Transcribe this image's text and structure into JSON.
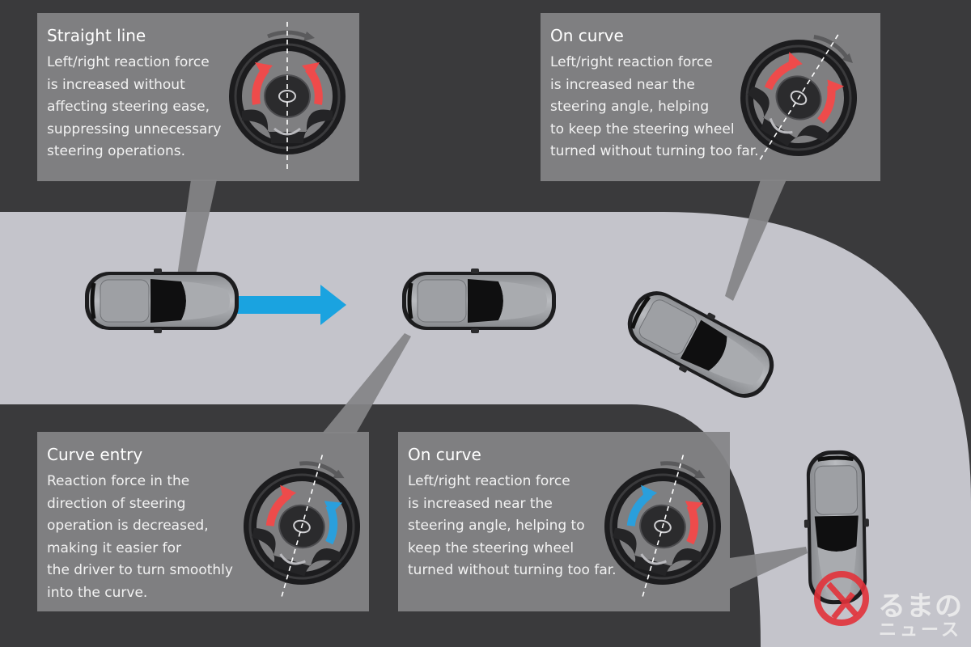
{
  "panels": {
    "straight": {
      "title": "Straight line",
      "body": "Left/right reaction force\nis increased without\naffecting steering ease,\nsuppressing unnecessary\nsteering operations."
    },
    "curve_top": {
      "title": "On curve",
      "body": "Left/right reaction force\nis increased near the\nsteering angle, helping\nto keep the steering wheel\nturned without turning too far."
    },
    "curve_entry": {
      "title": "Curve entry",
      "body": "Reaction force in the\ndirection of steering\noperation is decreased,\nmaking it easier for\nthe driver to turn smoothly\ninto the curve."
    },
    "curve_bottom": {
      "title": "On curve",
      "body": "Left/right reaction force\nis increased near the\nsteering angle, helping to\n   keep the steering wheel\nturned without turning too far."
    }
  },
  "watermark": {
    "top": "るまの",
    "bottom": "ニュース"
  },
  "colors": {
    "background": "#3a3a3c",
    "road": "#c4c4cb",
    "panel": "#848486",
    "arrow_red": "#ee4b4b",
    "arrow_blue": "#2a9fdc",
    "direction_arrow": "#1aa3e0",
    "logo_red": "#e2323a"
  }
}
